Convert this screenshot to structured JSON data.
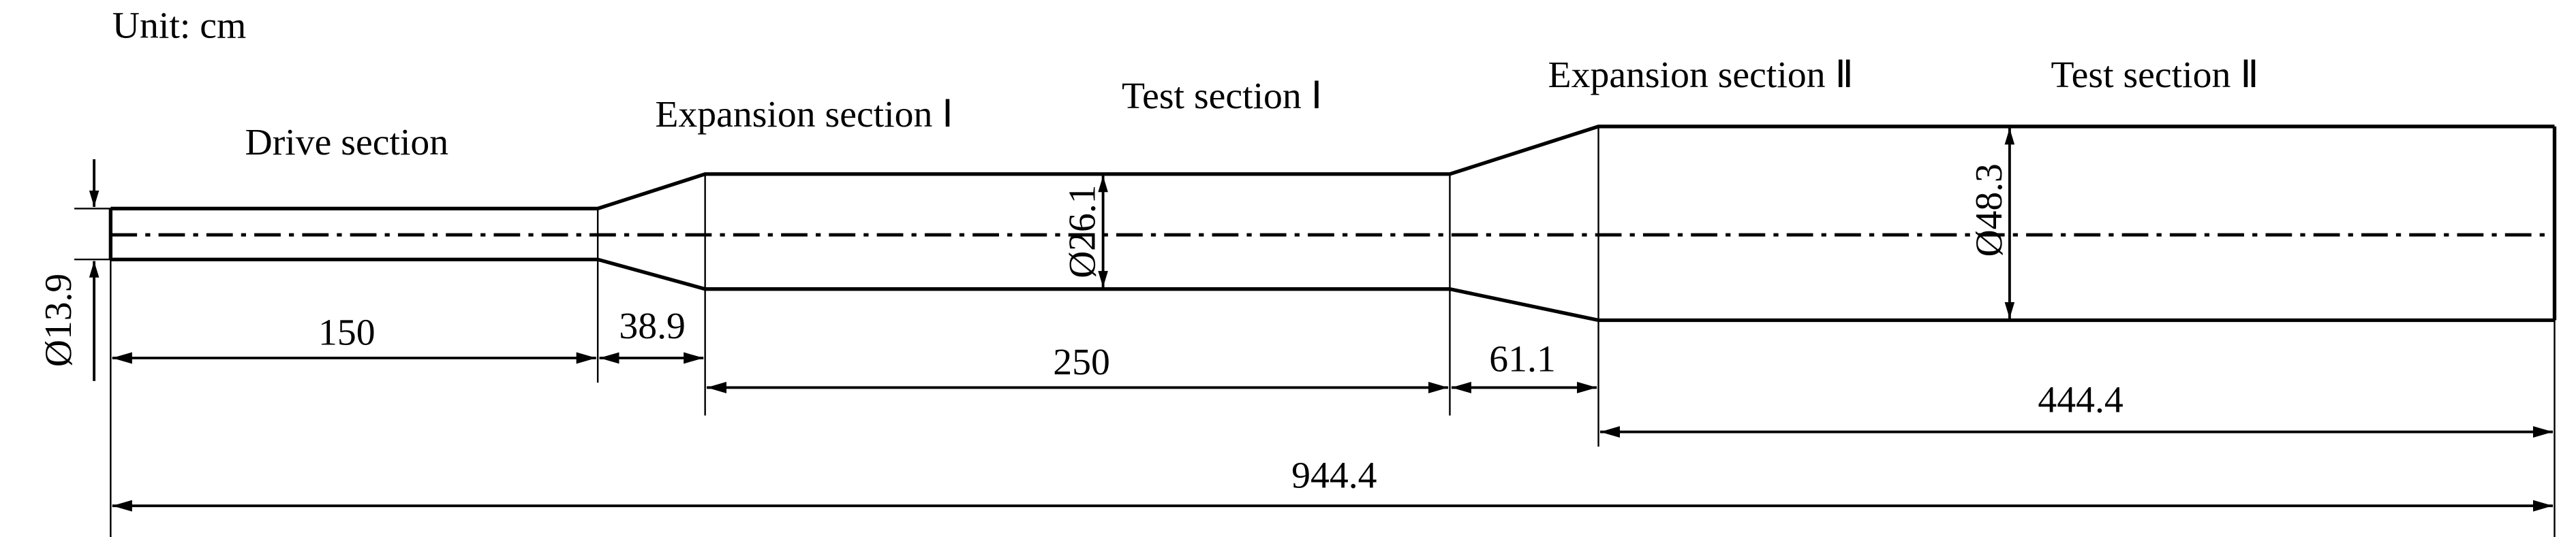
{
  "unit_label": "Unit: cm",
  "sections": {
    "drive": "Drive section",
    "expansion1": "Expansion section Ⅰ",
    "test1": "Test section Ⅰ",
    "expansion2": "Expansion section Ⅱ",
    "test2": "Test section Ⅱ"
  },
  "lengths": {
    "drive": "150",
    "expansion1": "38.9",
    "test1": "250",
    "expansion2": "61.1",
    "test2": "444.4",
    "total": "944.4"
  },
  "diameters": {
    "drive": "Ø13.9",
    "test1": "Ø26.1",
    "test2": "Ø48.3"
  }
}
